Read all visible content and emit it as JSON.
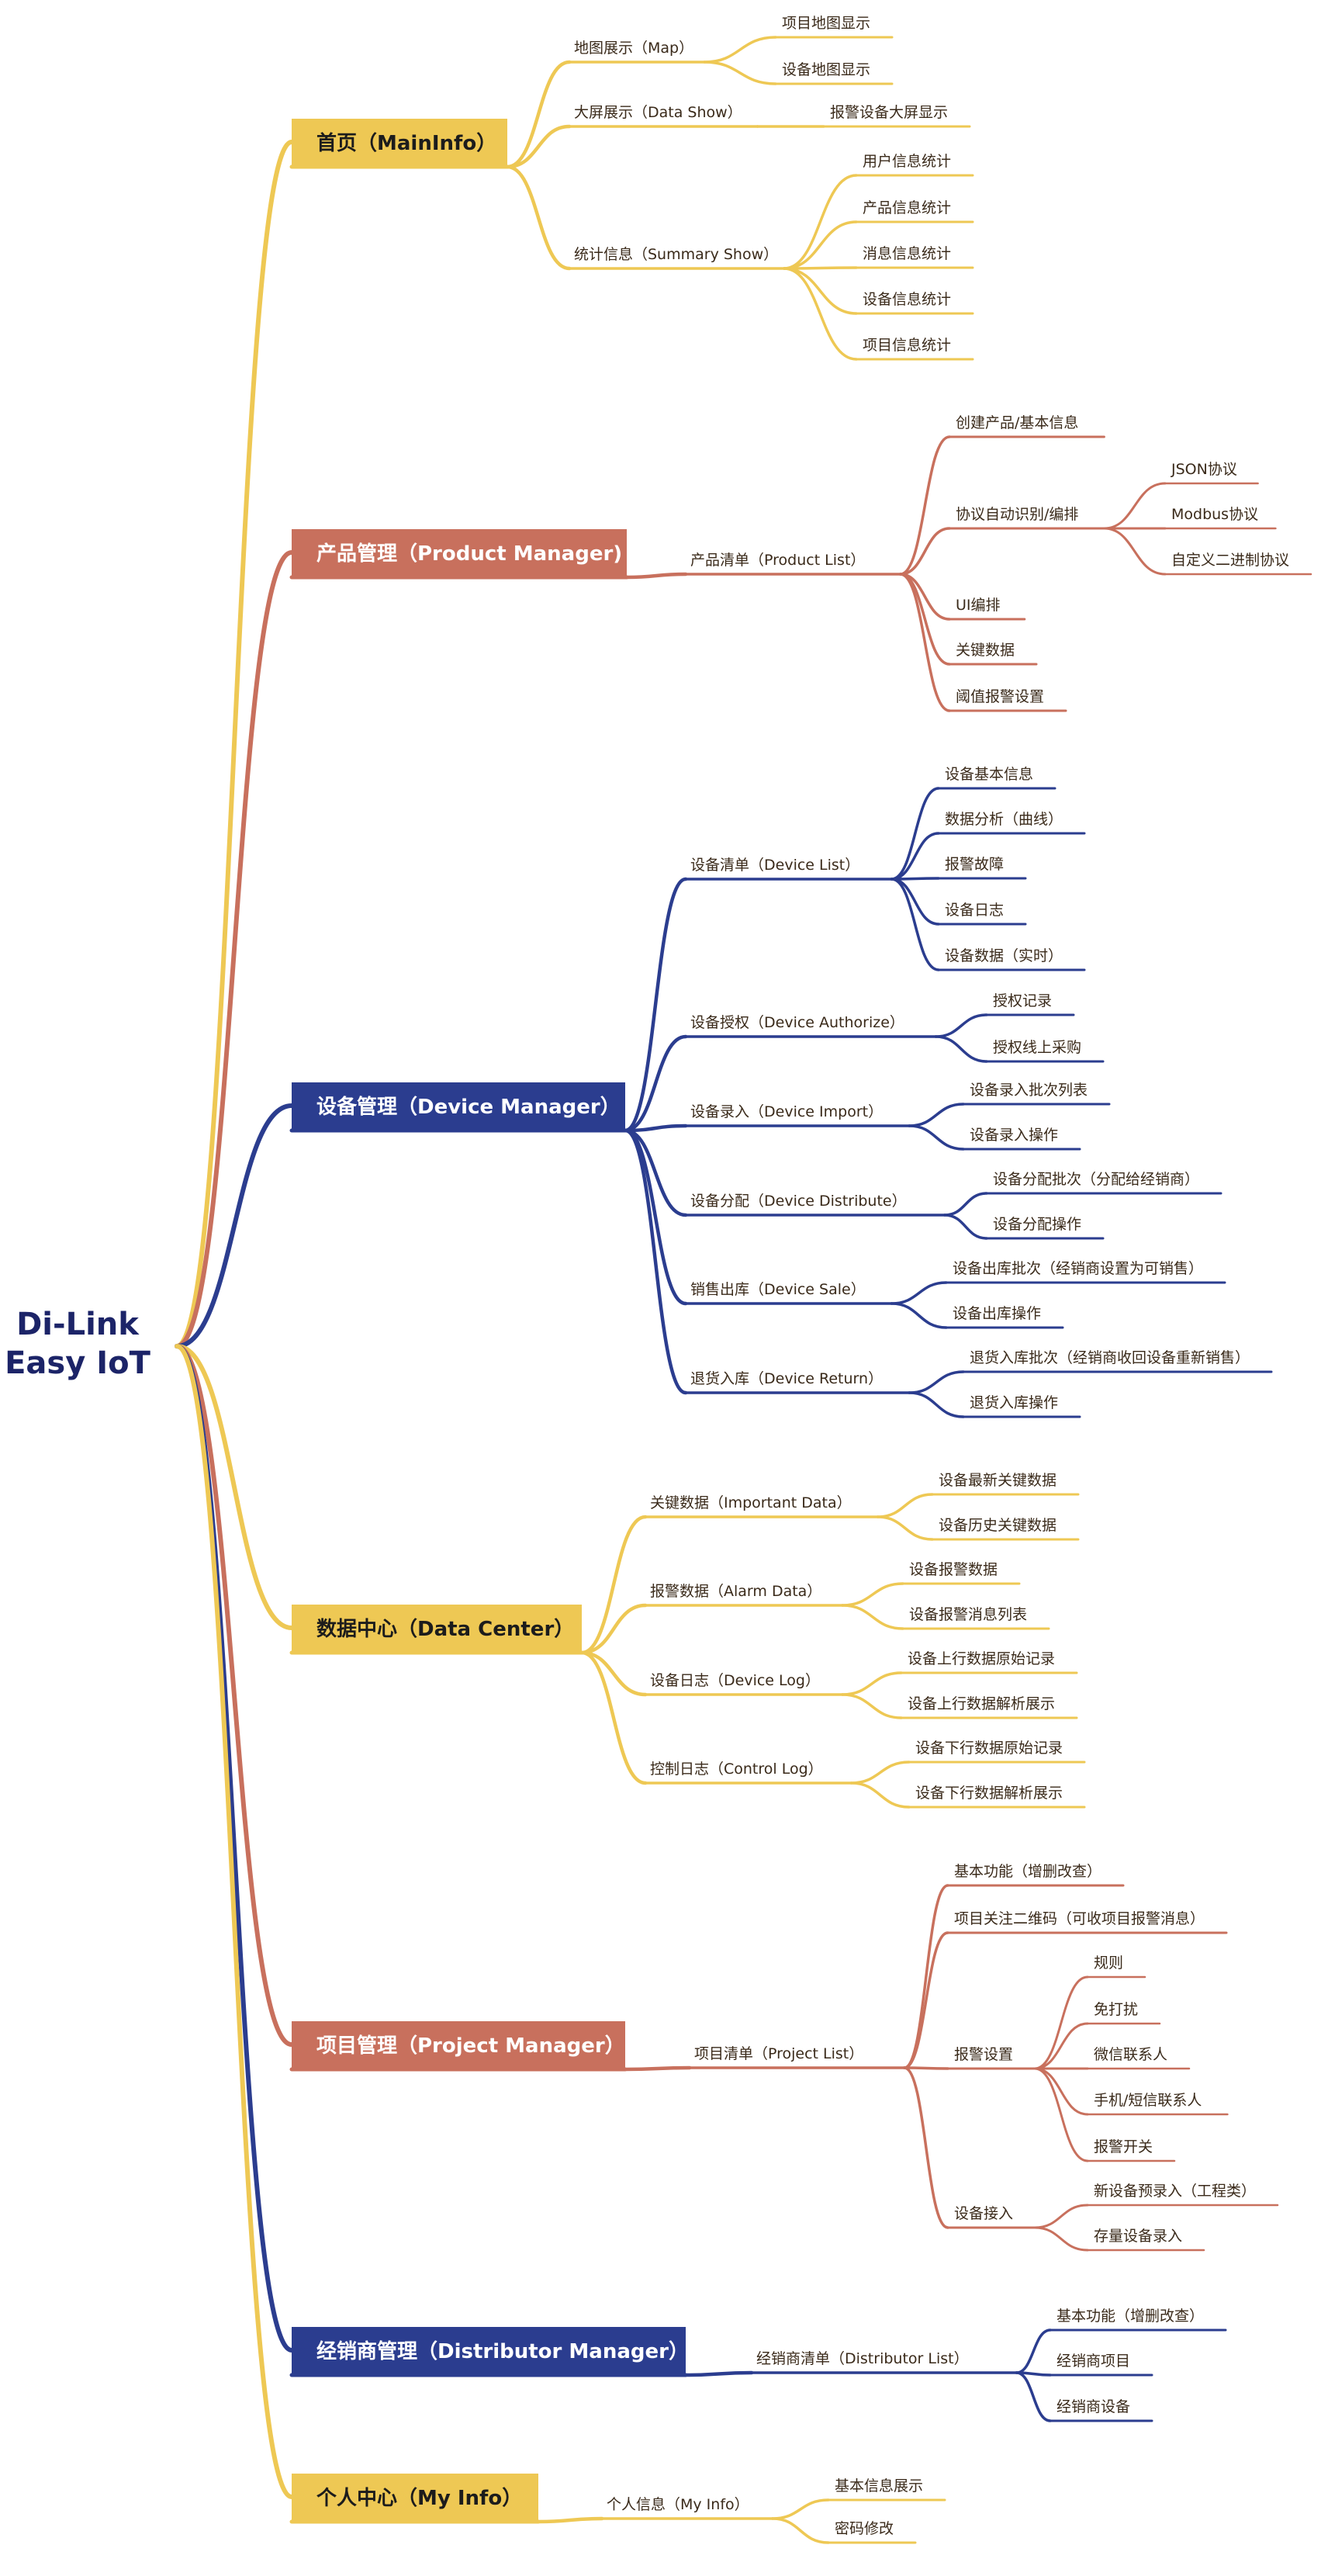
{
  "title": [
    "Di-Link",
    "Easy IoT"
  ],
  "colors": {
    "yellow": "#eec854",
    "red": "#c8705d",
    "navy": "#2b3d8f",
    "root": "#1c2468"
  },
  "branches": [
    {
      "label": "首页（MainInfo）",
      "color": "yellow",
      "children": [
        {
          "label": "地图展示（Map）",
          "children": [
            {
              "label": "项目地图显示"
            },
            {
              "label": "设备地图显示"
            }
          ]
        },
        {
          "label": "大屏展示（Data Show）",
          "children": [
            {
              "label": "报警设备大屏显示"
            }
          ]
        },
        {
          "label": "统计信息（Summary Show）",
          "children": [
            {
              "label": "用户信息统计"
            },
            {
              "label": "产品信息统计"
            },
            {
              "label": "消息信息统计"
            },
            {
              "label": "设备信息统计"
            },
            {
              "label": "项目信息统计"
            }
          ]
        }
      ]
    },
    {
      "label": "产品管理（Product Manager)",
      "color": "red",
      "children": [
        {
          "label": "产品清单（Product List）",
          "children": [
            {
              "label": "创建产品/基本信息"
            },
            {
              "label": "协议自动识别/编排",
              "children": [
                {
                  "label": "JSON协议"
                },
                {
                  "label": "Modbus协议"
                },
                {
                  "label": "自定义二进制协议"
                }
              ]
            },
            {
              "label": "UI编排"
            },
            {
              "label": "关键数据"
            },
            {
              "label": "阈值报警设置"
            }
          ]
        }
      ]
    },
    {
      "label": "设备管理（Device Manager）",
      "color": "navy",
      "children": [
        {
          "label": "设备清单（Device List）",
          "children": [
            {
              "label": "设备基本信息"
            },
            {
              "label": "数据分析（曲线）"
            },
            {
              "label": "报警故障"
            },
            {
              "label": "设备日志"
            },
            {
              "label": "设备数据（实时）"
            }
          ]
        },
        {
          "label": "设备授权（Device Authorize）",
          "children": [
            {
              "label": "授权记录"
            },
            {
              "label": "授权线上采购"
            }
          ]
        },
        {
          "label": "设备录入（Device Import）",
          "children": [
            {
              "label": "设备录入批次列表"
            },
            {
              "label": "设备录入操作"
            }
          ]
        },
        {
          "label": "设备分配（Device Distribute）",
          "children": [
            {
              "label": "设备分配批次（分配给经销商）"
            },
            {
              "label": "设备分配操作"
            }
          ]
        },
        {
          "label": "销售出库（Device Sale）",
          "children": [
            {
              "label": "设备出库批次（经销商设置为可销售）"
            },
            {
              "label": "设备出库操作"
            }
          ]
        },
        {
          "label": "退货入库（Device Return）",
          "children": [
            {
              "label": "退货入库批次（经销商收回设备重新销售）"
            },
            {
              "label": "退货入库操作"
            }
          ]
        }
      ]
    },
    {
      "label": "数据中心（Data Center）",
      "color": "yellow",
      "children": [
        {
          "label": "关键数据（Important Data）",
          "children": [
            {
              "label": "设备最新关键数据"
            },
            {
              "label": "设备历史关键数据"
            }
          ]
        },
        {
          "label": "报警数据（Alarm Data）",
          "children": [
            {
              "label": "设备报警数据"
            },
            {
              "label": "设备报警消息列表"
            }
          ]
        },
        {
          "label": "设备日志（Device Log）",
          "children": [
            {
              "label": "设备上行数据原始记录"
            },
            {
              "label": "设备上行数据解析展示"
            }
          ]
        },
        {
          "label": "控制日志（Control Log）",
          "children": [
            {
              "label": "设备下行数据原始记录"
            },
            {
              "label": "设备下行数据解析展示"
            }
          ]
        }
      ]
    },
    {
      "label": "项目管理（Project Manager）",
      "color": "red",
      "children": [
        {
          "label": "项目清单（Project List）",
          "children": [
            {
              "label": "基本功能（增删改查）"
            },
            {
              "label": "项目关注二维码（可收项目报警消息）"
            },
            {
              "label": "报警设置",
              "children": [
                {
                  "label": "规则"
                },
                {
                  "label": "免打扰"
                },
                {
                  "label": "微信联系人"
                },
                {
                  "label": "手机/短信联系人"
                },
                {
                  "label": "报警开关"
                }
              ]
            },
            {
              "label": "设备接入",
              "children": [
                {
                  "label": "新设备预录入（工程类）"
                },
                {
                  "label": "存量设备录入"
                }
              ]
            }
          ]
        }
      ]
    },
    {
      "label": "经销商管理（Distributor Manager）",
      "color": "navy",
      "children": [
        {
          "label": "经销商清单（Distributor List）",
          "children": [
            {
              "label": "基本功能（增删改查）"
            },
            {
              "label": "经销商项目"
            },
            {
              "label": "经销商设备"
            }
          ]
        }
      ]
    },
    {
      "label": "个人中心（My Info）",
      "color": "yellow",
      "children": [
        {
          "label": "个人信息（My Info）",
          "children": [
            {
              "label": "基本信息展示"
            },
            {
              "label": "密码修改"
            }
          ]
        }
      ]
    }
  ]
}
